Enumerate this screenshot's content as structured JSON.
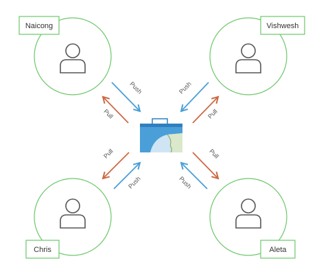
{
  "colors": {
    "push": "#4a9fd8",
    "pull": "#cc6a45",
    "circle": "#6cc76a",
    "person": "#555555",
    "repo_fill": "#4a9fd8",
    "repo_dark": "#2f7fbf",
    "map_land": "#dbe8cc",
    "map_water": "#cfe5f3"
  },
  "users": [
    {
      "name": "Naicong"
    },
    {
      "name": "Vishwesh"
    },
    {
      "name": "Chris"
    },
    {
      "name": "Aleta"
    }
  ],
  "arrows": {
    "push_label": "Push",
    "pull_label": "Pull"
  },
  "repository": {
    "icon": "repository-map-icon"
  }
}
